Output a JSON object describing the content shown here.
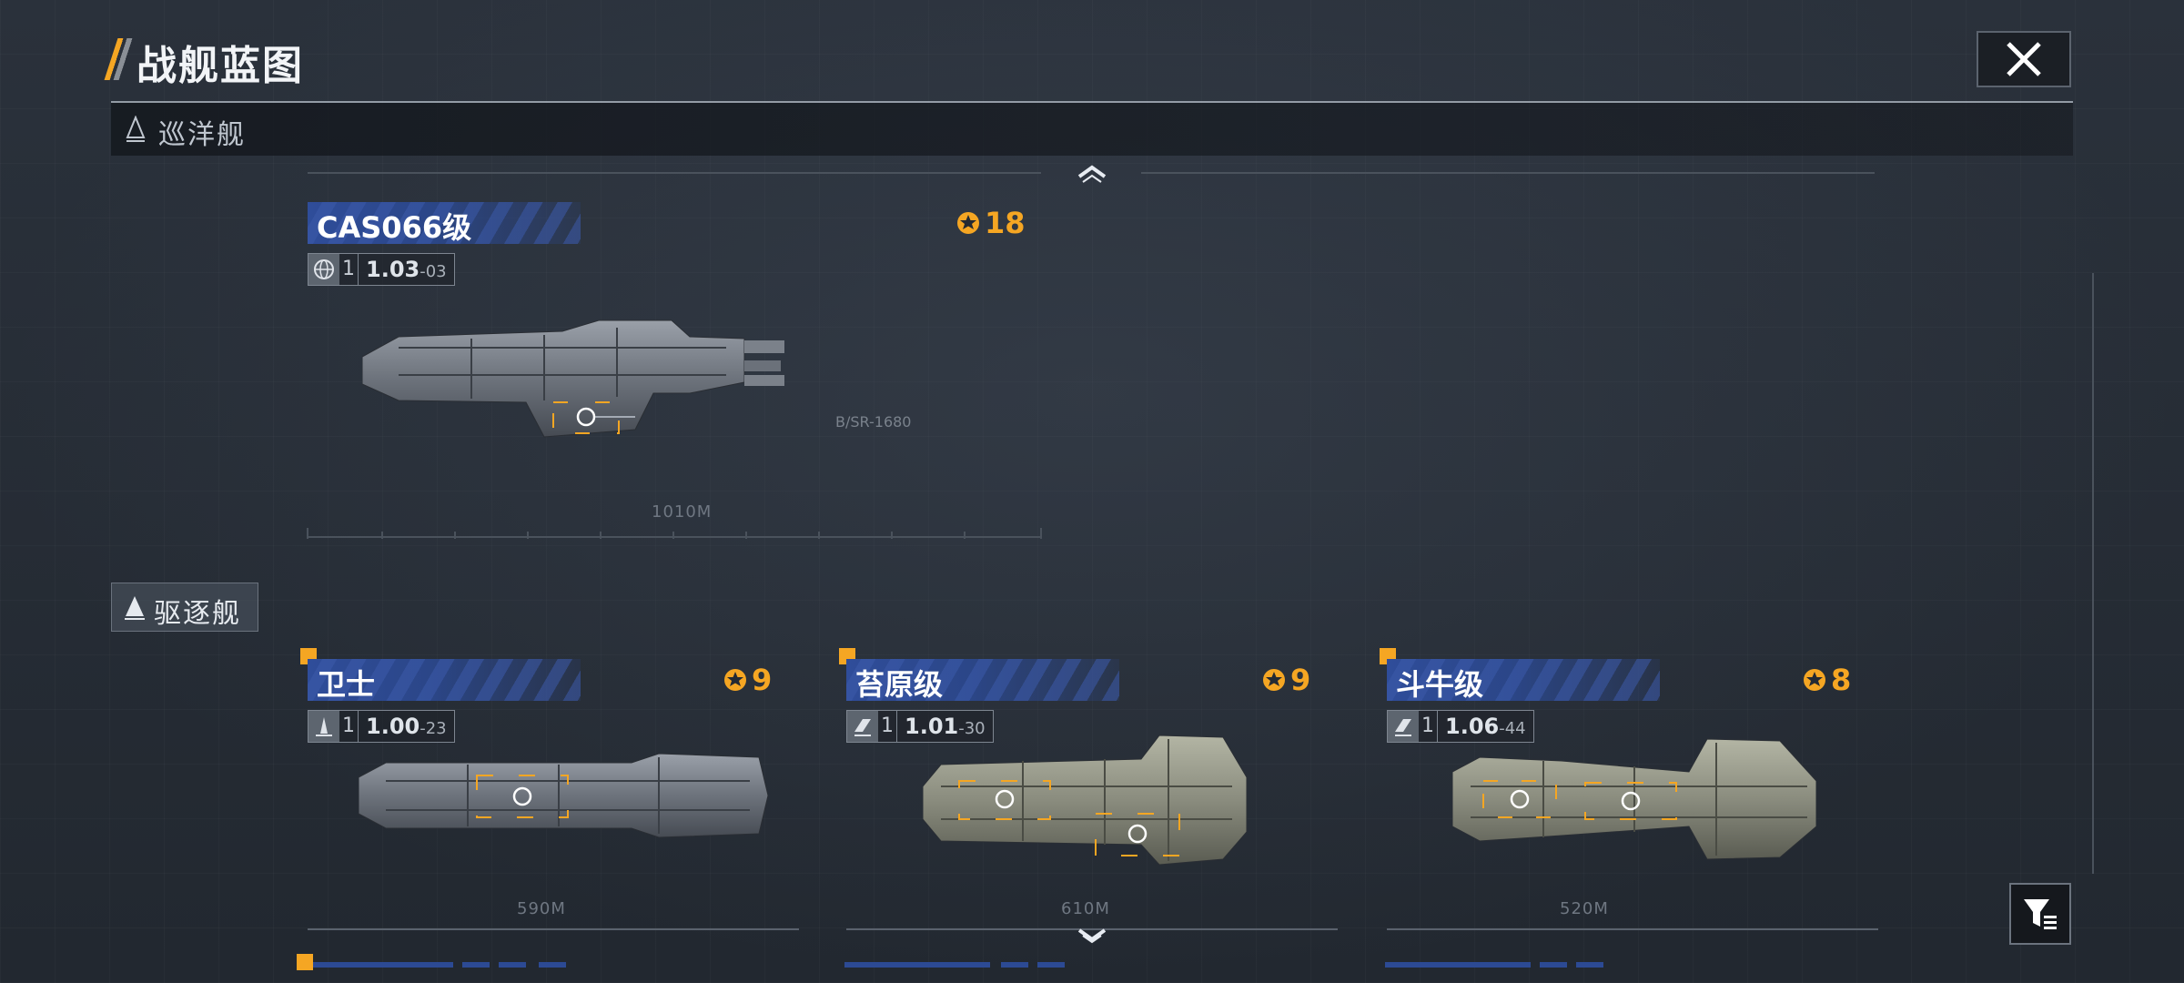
{
  "page": {
    "title": "战舰蓝图"
  },
  "sections": {
    "cruiser": {
      "label": "巡洋舰"
    },
    "destroyer": {
      "label": "驱逐舰"
    }
  },
  "ships": [
    {
      "name": "CAS066级",
      "rank": "18",
      "tier": "1",
      "version_main": "1.03",
      "version_sub": "-03",
      "length": "1010M",
      "tag": "B/SR-1680"
    },
    {
      "name": "卫士",
      "rank": "9",
      "tier": "1",
      "version_main": "1.00",
      "version_sub": "-23",
      "length": "590M"
    },
    {
      "name": "苔原级",
      "rank": "9",
      "tier": "1",
      "version_main": "1.01",
      "version_sub": "-30",
      "length": "610M"
    },
    {
      "name": "斗牛级",
      "rank": "8",
      "tier": "1",
      "version_main": "1.06",
      "version_sub": "-44",
      "length": "520M"
    }
  ],
  "colors": {
    "accent": "#f5a623",
    "namebar": "#2f4d9a",
    "background": "#242a33"
  },
  "icons": [
    "close-icon",
    "chevron-up-icon",
    "chevron-down-icon",
    "filter-icon",
    "rank-emblem-icon",
    "globe-icon",
    "ship-class-icon"
  ]
}
